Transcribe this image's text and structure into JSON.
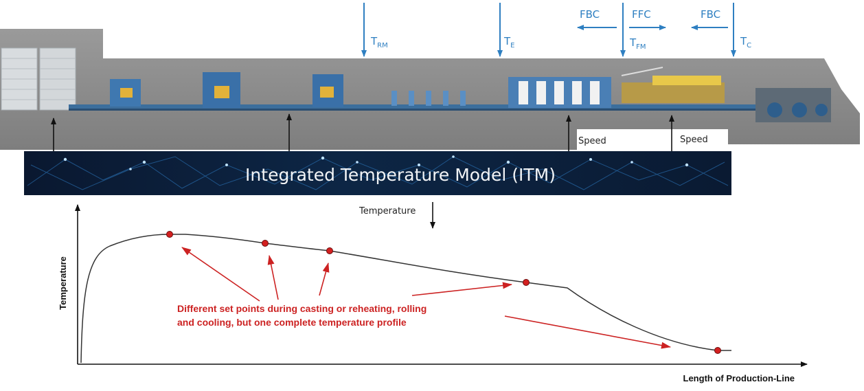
{
  "measurements": [
    {
      "main": "T",
      "sub": "RM"
    },
    {
      "main": "T",
      "sub": "E"
    },
    {
      "main": "T",
      "sub": "FM"
    },
    {
      "main": "T",
      "sub": "C"
    }
  ],
  "controls": {
    "fbc_left": "FBC",
    "ffc": "FFC",
    "fbc_right": "FBC"
  },
  "speed_labels": [
    "Speed",
    "Speed"
  ],
  "model": {
    "title": "Integrated Temperature Model (ITM)",
    "output_label": "Temperature"
  },
  "graph": {
    "y_axis_label": "Temperature",
    "x_axis_label": "Length of Production-Line",
    "annotation_lines": [
      "Different set points during casting or reheating, rolling",
      "and cooling, but one complete temperature profile"
    ]
  },
  "colors": {
    "arrow_blue": "#2e7fc1",
    "annotation_red": "#cc2222",
    "set_point": "#d32020",
    "band": "#0b1a33"
  }
}
